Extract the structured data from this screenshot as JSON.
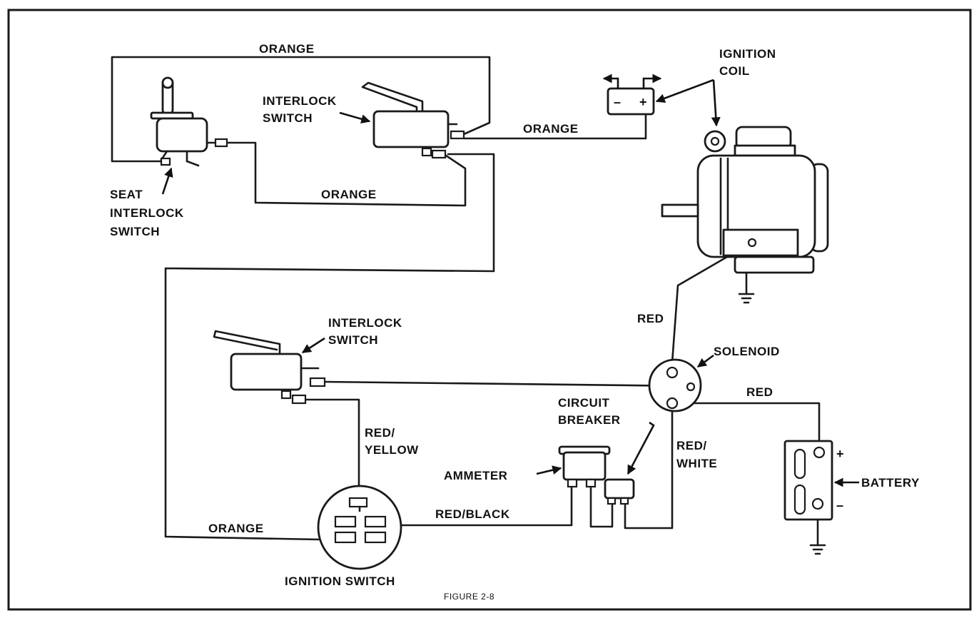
{
  "figure": {
    "caption": "FIGURE 2-8",
    "labels": {
      "orange_top": "ORANGE",
      "orange_mid": "ORANGE",
      "orange_coil": "ORANGE",
      "orange_left": "ORANGE",
      "interlock_upper_1": "INTERLOCK",
      "interlock_upper_2": "SWITCH",
      "seat_1": "SEAT",
      "seat_2": "INTERLOCK",
      "seat_3": "SWITCH",
      "ignition_coil_1": "IGNITION",
      "ignition_coil_2": "COIL",
      "interlock_lower_1": "INTERLOCK",
      "interlock_lower_2": "SWITCH",
      "red_engine": "RED",
      "solenoid": "SOLENOID",
      "red_battery": "RED",
      "circuit_1": "CIRCUIT",
      "circuit_2": "BREAKER",
      "red_yellow_1": "RED/",
      "red_yellow_2": "YELLOW",
      "red_white_1": "RED/",
      "red_white_2": "WHITE",
      "ammeter": "AMMETER",
      "battery": "BATTERY",
      "red_black": "RED/BLACK",
      "ignition_switch": "IGNITION SWITCH"
    },
    "coil_minus": "–",
    "coil_plus": "+",
    "battery_plus": "+",
    "battery_minus": "–"
  }
}
